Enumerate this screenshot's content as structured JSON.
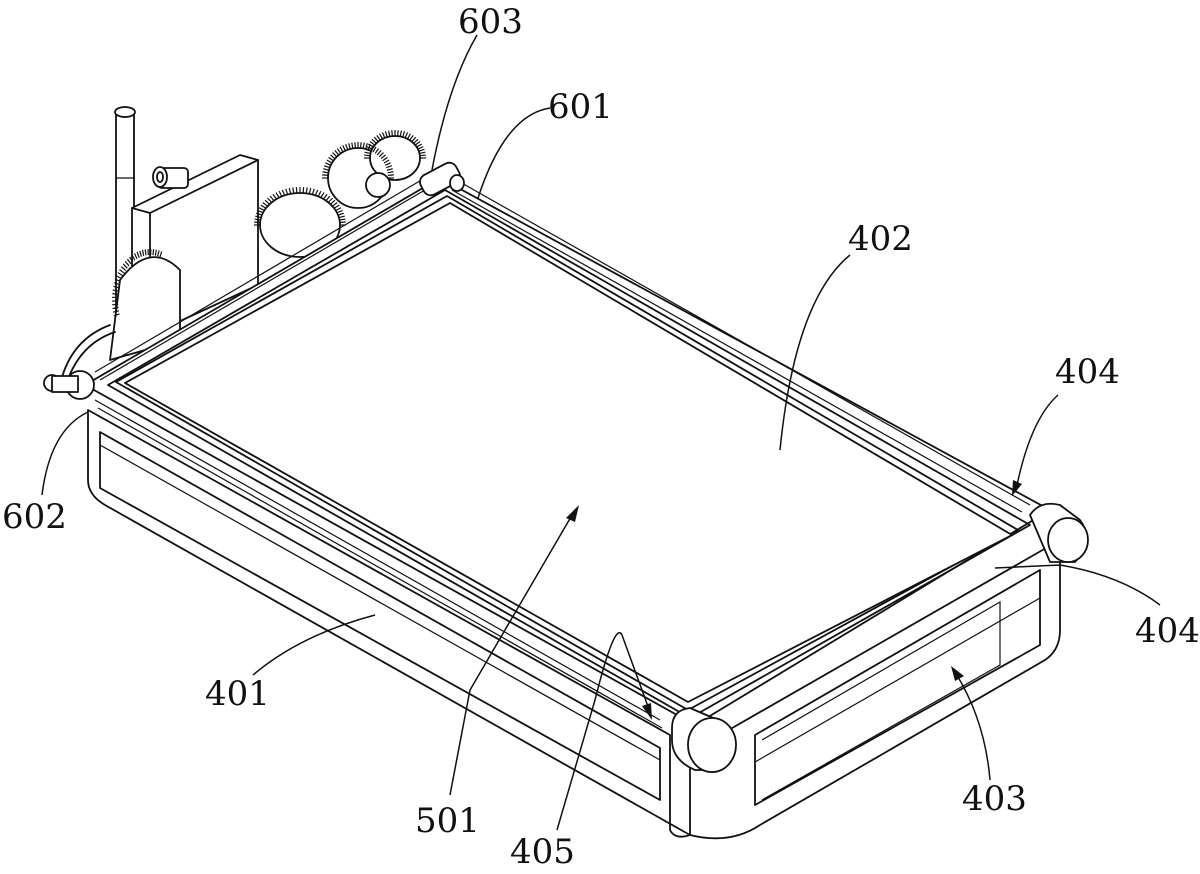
{
  "labels": {
    "l603": "603",
    "l601": "601",
    "l402": "402",
    "l404a": "404",
    "l404b": "404",
    "l602": "602",
    "l401": "401",
    "l501": "501",
    "l405": "405",
    "l403": "403"
  }
}
